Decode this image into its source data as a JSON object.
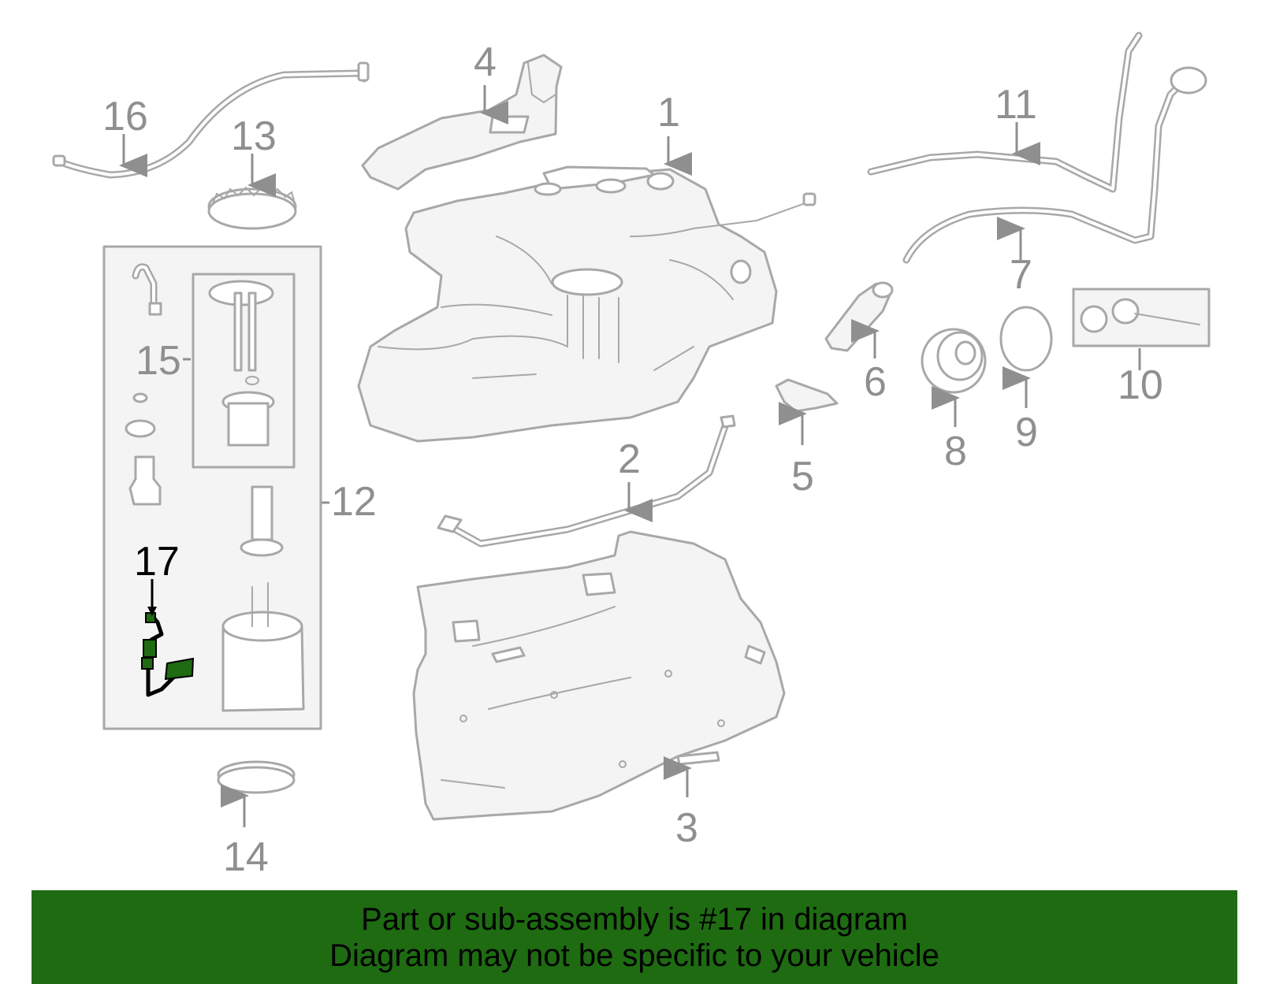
{
  "diagram": {
    "highlight_color": "#1e6b12",
    "line_color": "#a8a8a8",
    "callouts": {
      "c1": "1",
      "c2": "2",
      "c3": "3",
      "c4": "4",
      "c5": "5",
      "c6": "6",
      "c7": "7",
      "c8": "8",
      "c9": "9",
      "c10": "10",
      "c11": "11",
      "c12": "12",
      "c13": "13",
      "c14": "14",
      "c15": "15",
      "c16": "16",
      "c17": "17"
    }
  },
  "banner": {
    "line1": "Part or sub-assembly is #17 in diagram",
    "line2": "Diagram may not be specific to your vehicle",
    "background": "#1e6b12"
  }
}
